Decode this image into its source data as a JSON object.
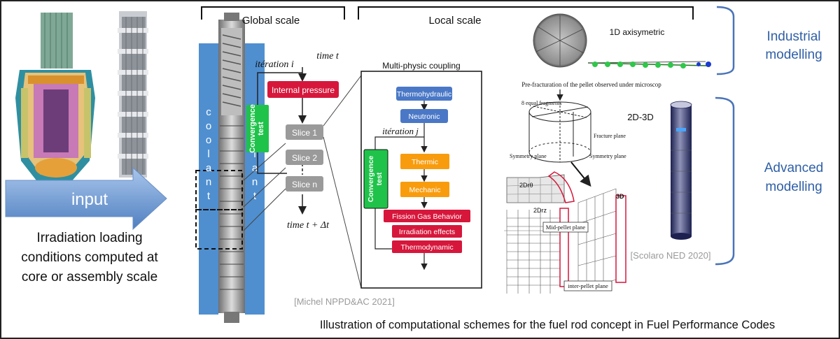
{
  "left": {
    "input_label": "input",
    "description_lines": [
      "Irradiation loading",
      "conditions computed at",
      "core or assembly scale"
    ]
  },
  "rod": {
    "coolant_label": "coolant"
  },
  "global": {
    "header": "Global scale",
    "iteration_i": "itération i",
    "time_t": "time t",
    "internal_pressure": "Internal pressure",
    "convergence_test": "Convergence test",
    "slices": [
      "Slice 1",
      "Slice 2",
      "Slice n"
    ],
    "time_next": "time t + Δt"
  },
  "local": {
    "header": "Local scale",
    "coupling_title": "Multi-physic coupling",
    "thermohydraulic": "Thermohydraulic",
    "neutronic": "Neutronic",
    "iteration_j": "itération j",
    "thermic": "Thermic",
    "mechanic": "Mechanic",
    "fission_gas": "Fission Gas Behavior",
    "irradiation_effects": "Irradiation effects",
    "thermodynamic": "Thermodynamic",
    "convergence_test": "Convergence test",
    "citation": "[Michel  NPPD&AC 2021]"
  },
  "right": {
    "axisymmetric_label": "1D axisymetric",
    "microscope_caption": "Pre-fracturation of the pellet observed under microscop",
    "label_2d3d": "2D-3D",
    "fragments": "8 equal fragments",
    "fracture_plane": "Fracture plane",
    "symmetry_plane_a": "Symmetry plane",
    "symmetry_plane_b": "Symmetry plane",
    "label_2dro": "2Drθ",
    "label_2drz": "2Drz",
    "label_3d": "3D",
    "mid_pellet": "Mid-pellet plane",
    "inter_pellet": "inter-pellet plane",
    "citation": "[Scolaro NED 2020]",
    "industrial": [
      "Industrial",
      "modelling"
    ],
    "advanced": [
      "Advanced",
      "modelling"
    ]
  },
  "caption": "Illustration of computational schemes for the fuel rod concept in Fuel Performance Codes",
  "colors": {
    "red_box": "#d6173b",
    "blue_box": "#4a78c6",
    "orange_box": "#f89c0e",
    "green_box": "#1fc34a",
    "grey_box": "#9a9a9a",
    "rod_blue": "#4f8fd0",
    "text_blue": "#2f5fa6"
  }
}
